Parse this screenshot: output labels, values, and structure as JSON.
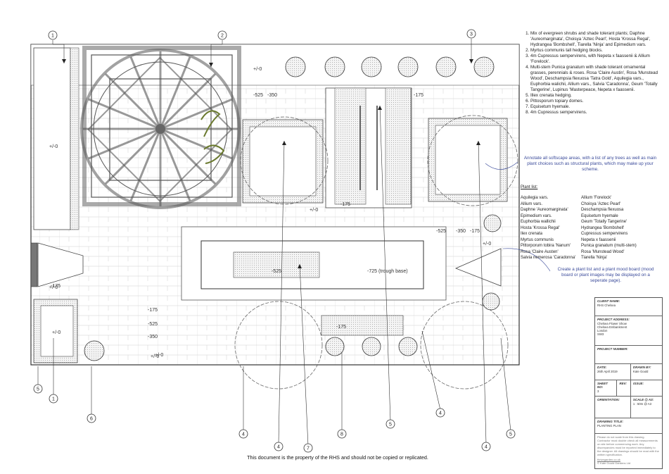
{
  "notes": [
    "Mix of evergreen shrubs and shade tolerant plants; Daphne 'Aureomarginata', Choisya 'Aztec Pearl', Hosta 'Krossa Regal', Hydrangea 'Bombshell', Tiarella 'Ninja' and Epimedium vars.",
    "Myrtus communis tall hedging blocks.",
    "4m Cupressus sempervirens, with Nepeta x faassenii & Allium 'Forelock'.",
    "Multi-stem Punica granatum with shade tolerant ornamental grasses, perennials & roses. Rosa 'Claire Austin', Rosa 'Munstead Wood', Deschampsia flexuosa 'Tatra Gold', Aquilegia vars., Euphorbia walichii, Allium vars., Salvia 'Caradonna', Geum 'Totally Tangerine', Lupinus 'Masterpeace, Nepeta x faassenii.",
    "Illex crenata hedging.",
    "Pittosporum topiary domes.",
    "Equisetum hyemale.",
    "4m Cupressus sempervirens."
  ],
  "annotation_softscape": "Annotate all softscape areas, with a list of any trees as well as main plant choices such as structural plants, which may make up your scheme.",
  "plant_list": {
    "title": "Plant list:",
    "col1": [
      "Aquilegia vars.",
      "Allium vars.",
      "Daphne 'Aureomarginata'",
      "Epimedium vars.",
      "Euphorbia wallichii",
      "Hosta 'Krossa Regal'",
      "Ilex crenata",
      "Myrtus communis",
      "Pittorporum tobira 'Nanum'",
      "Rosa 'Claire Austen'",
      "Salvia nemerosa 'Caradonna'"
    ],
    "col2": [
      "Allium 'Forelock'",
      "Choisya 'Aztec Pearl'",
      "Deschampsia flexuosa",
      "Equisetum hyemale",
      "Geum 'Totally Tangerine'",
      "Hydrangea 'Bombshell'",
      "Cupressus sempervirens",
      "Nepeta x faassenii",
      "Punica granatum (multi-stem)",
      "Rosa 'Munstead Wood'",
      "Tiarella 'Ninja'"
    ]
  },
  "annotation_mood": "Create a plant list and a plant mood board (mood board or plant images may be displayed on a seperate page).",
  "title_block": {
    "client_label": "CLIENT NAME:",
    "client": "RHS Chelsea",
    "address_label": "PROJECT ADDRESS:",
    "address": [
      "Chelsea Flower Show",
      "Chelsea Embankment",
      "London",
      "SW3"
    ],
    "project_number_label": "PROJECT NUMBER:",
    "date_label": "DATE:",
    "date": "26th April 2019",
    "drawn_by_label": "DRAWN BY:",
    "drawn_by": "Kate Gould",
    "sheet_label": "SHEET NO:",
    "sheet": "3",
    "rev_label": "REV:",
    "issue_label": "ISSUE:",
    "orientation_label": "ORIENTATION:",
    "scale_label": "SCALE @ A3:",
    "scale": "1 : 50m @ A3",
    "drawing_title_label": "DRAWING TITLE:",
    "drawing_title": "PLANTING PLAN",
    "small_notes": [
      "Please do not scale from this drawing.",
      "Contractor must double check all measurements on site before commencing work. Any discrepancies must be reported immediately to the designer. All drawings should be read with the written specification."
    ],
    "website": "thrivegarden.co.uk",
    "copyright": "© Kate Gould Gardens Ltd"
  },
  "footer": "This document is the property of the RHS and should not be copied or replicated.",
  "dims": [
    "+/-0",
    "+/-0",
    "-525",
    "-350",
    "-175",
    "-175",
    "+/-0",
    "-175",
    "+/-0",
    "+/-0",
    "+/-0",
    "-525",
    "-725 (trough base)",
    "-525",
    "-350",
    "-175",
    "-175",
    "-525",
    "-350",
    "-175",
    "+/-0",
    "+/-0"
  ],
  "callouts": [
    "1",
    "2",
    "3",
    "1",
    "5",
    "6",
    "4",
    "4",
    "7",
    "8",
    "5",
    "4",
    "4",
    "5"
  ],
  "colors": {
    "ink": "#333333",
    "pergola": "#555555",
    "annotation": "#3a4a9a",
    "hedge": "#e8e8e8"
  }
}
